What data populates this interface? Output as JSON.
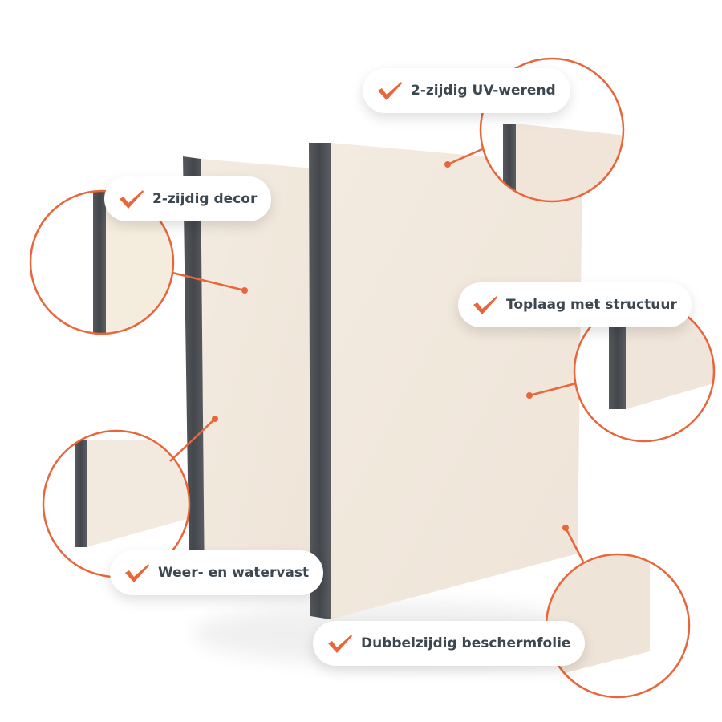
{
  "colors": {
    "accent": "#e8663a",
    "text": "#3c4750",
    "panel_face": "#f1e7dc",
    "panel_edge": "#4d5257"
  },
  "features": [
    {
      "label": "2-zijdig UV-werend",
      "icon": "checkmark-icon"
    },
    {
      "label": "2-zijdig decor",
      "icon": "checkmark-icon"
    },
    {
      "label": "Toplaag met structuur",
      "icon": "checkmark-icon"
    },
    {
      "label": "Weer- en watervast",
      "icon": "checkmark-icon"
    },
    {
      "label": "Dubbelzijdig beschermfolie",
      "icon": "checkmark-icon"
    }
  ]
}
